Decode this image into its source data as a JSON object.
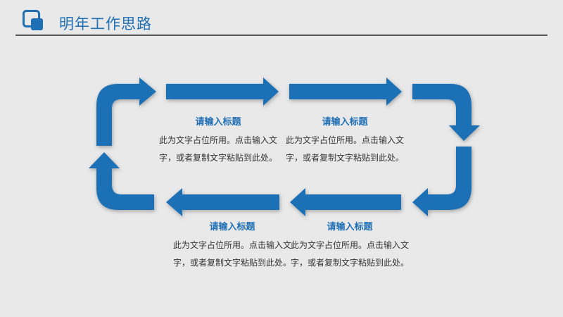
{
  "header": {
    "title": "明年工作思路"
  },
  "colors": {
    "accent": "#1f6fb5",
    "background": "#e9e9e9"
  },
  "blocks": [
    {
      "title": "请输入标题",
      "text": "此为文字占位所用。点击输入文字，或者复制文字粘贴到此处。"
    },
    {
      "title": "请输入标题",
      "text": "此为文字占位所用。点击输入文字，或者复制文字粘贴到此处。"
    },
    {
      "title": "请输入标题",
      "text": "此为文字占位所用。点击输入文字，或者复制文字粘贴到此处。"
    },
    {
      "title": "请输入标题",
      "text": "此为文字占位所用。点击输入文字，或者复制文字粘贴到此处。"
    }
  ]
}
